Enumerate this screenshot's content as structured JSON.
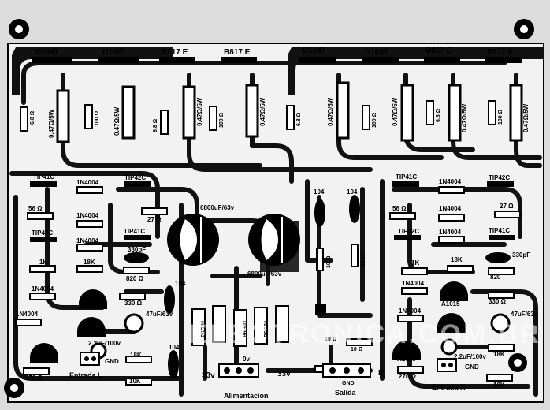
{
  "transistors_top": [
    "D1047",
    "D1047",
    "B817 E",
    "B817 E",
    "D1047",
    "D1047",
    "B817 E",
    "B817 E"
  ],
  "resistors_power": [
    "0.47Ω/5W",
    "0.47Ω/5W",
    "0.47Ω/5W",
    "0.47Ω/5W",
    "0.47Ω/5W",
    "0.47Ω/5W",
    "0.47Ω/5W",
    "0.47Ω/5W"
  ],
  "r_6_8": "6.8 Ω",
  "r_6_8b": "6.8",
  "r_100": "100 Ω",
  "tip41c": "TIP41C",
  "tip42c": "TIP42C",
  "in4004": "1N4004",
  "r56": "56 Ω",
  "r27": "27 Ω",
  "r1k": "1K",
  "r18k": "18K",
  "r10k": "10K",
  "r820": "820 Ω",
  "r820b": "820",
  "r330": "330 Ω",
  "r270": "270 Ω",
  "r10": "10 Ω",
  "c330pf": "330pF",
  "c104": "104",
  "c6800": "6800uF/63v",
  "c47": "47uF/63v",
  "c22": "2.2uF/100v",
  "a1015": "A1015",
  "gnd": "GND",
  "entrada_l": "Entrada L",
  "entrada_r": "Entrada R",
  "v33": "33v",
  "v0": "0v",
  "alimentacion": "Alimentacion",
  "salida": "Salida",
  "l": "L",
  "r": "R",
  "diode_bridge": "P6G01",
  "watermark": "ELECTRONICA.COM.BR"
}
